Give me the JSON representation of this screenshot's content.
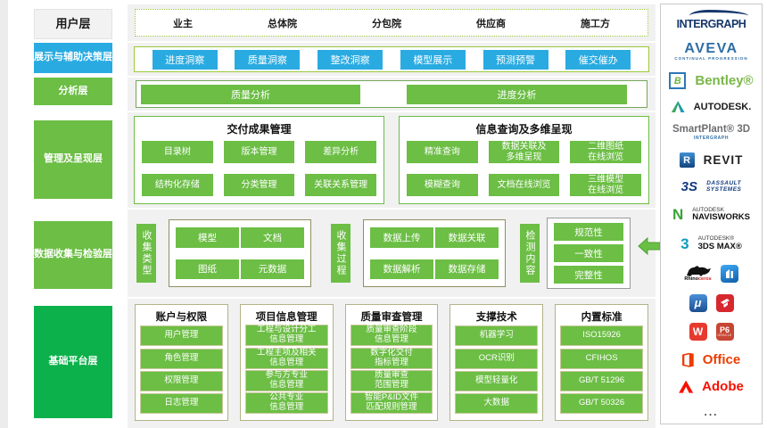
{
  "colors": {
    "green": "#6cbe45",
    "emerald": "#0db14b",
    "blue": "#29abe2",
    "band_bg": "#f1f1f1",
    "border_yellow_green": "#9aca3c",
    "border_olive": "#b3b388"
  },
  "layers": [
    {
      "label": "用户层"
    },
    {
      "label": "展示与辅助决策层"
    },
    {
      "label": "分析层"
    },
    {
      "label": "管理及呈现层"
    },
    {
      "label": "数据收集与检验层"
    },
    {
      "label": "基础平台层"
    }
  ],
  "users_row": {
    "items": [
      "业主",
      "总体院",
      "分包院",
      "供应商",
      "施工方"
    ]
  },
  "decision_row": {
    "items": [
      "进度洞察",
      "质量洞察",
      "整改洞察",
      "模型展示",
      "预测预警",
      "催交催办"
    ]
  },
  "analysis_row": {
    "items": [
      "质量分析",
      "进度分析"
    ]
  },
  "management": {
    "delivery": {
      "title": "交付成果管理",
      "buttons": [
        "目录树",
        "版本管理",
        "差异分析",
        "结构化存储",
        "分类管理",
        "关联关系管理"
      ]
    },
    "query": {
      "title": "信息查询及多维呈现",
      "buttons": [
        "精准查询",
        "数据关联及\n多维呈现",
        "二维图纸\n在线浏览",
        "模糊查询",
        "文档在线浏览",
        "三维模型\n在线浏览"
      ]
    }
  },
  "collection": {
    "type_label": "收集类型",
    "type_items": [
      "模型",
      "文档",
      "图纸",
      "元数据"
    ],
    "process_label": "收集过程",
    "process_items": [
      "数据上传",
      "数据关联",
      "数据解析",
      "数据存储"
    ],
    "check_label": "检测内容",
    "check_items": [
      "规范性",
      "一致性",
      "完整性"
    ]
  },
  "platform": {
    "columns": [
      {
        "title": "账户与权限",
        "buttons": [
          "用户管理",
          "角色管理",
          "权限管理",
          "日志管理"
        ]
      },
      {
        "title": "项目信息管理",
        "buttons": [
          "工程与设计分工\n信息管理",
          "工程主项及相关\n信息管理",
          "参与方专业\n信息管理",
          "公共专业\n信息管理"
        ]
      },
      {
        "title": "质量审查管理",
        "buttons": [
          "质量审查阶段\n信息管理",
          "数字化交付\n指标管理",
          "质量审查\n范围管理",
          "智能P&ID文件\n匹配规则管理"
        ]
      },
      {
        "title": "支撑技术",
        "buttons": [
          "机器学习",
          "OCR识别",
          "模型轻量化",
          "大数据"
        ]
      },
      {
        "title": "内置标准",
        "buttons": [
          "ISO15926",
          "CFIHOS",
          "GB/T 51296",
          "GB/T 50326"
        ]
      }
    ]
  },
  "software_panel": {
    "intergraph": "INTERGRAPH",
    "aveva": "AVEVA",
    "aveva_tagline": "CONTINUAL PROGRESSION",
    "bentley_icon": "B",
    "bentley": "Bentley®",
    "autodesk": "AUTODESK.",
    "smartplant": "SmartPlant® 3D",
    "smartplant_sub": "INTERGRAPH",
    "revit_icon": "R",
    "revit": "REVIT",
    "dassault_icon": "3S",
    "dassault_line1": "DASSAULT",
    "dassault_line2": "SYSTEMES",
    "navisworks_icon": "N",
    "navisworks_brand": "AUTODESK",
    "navisworks": "NAVISWORKS",
    "max_icon": "3",
    "max_brand": "AUTODESK®",
    "max": "3DS MAX®",
    "rhino_black": "Rhino",
    "rhino_red": "ceros",
    "mu_icon": "μ",
    "wps_icon": "W",
    "p6_icon": "P6",
    "p6_sub": "ORACLE",
    "office": "Office",
    "adobe": "Adobe",
    "more": "..."
  }
}
